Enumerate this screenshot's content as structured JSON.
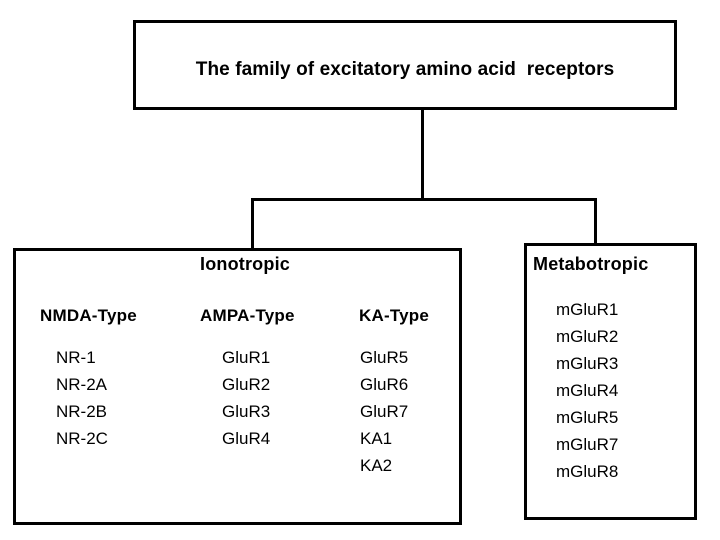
{
  "diagram": {
    "title": "The family of excitatory amino acid  receptors",
    "branches": {
      "ionotropic": {
        "heading": "Ionotropic",
        "columns": [
          {
            "header": "NMDA-Type",
            "items": [
              "NR-1",
              "NR-2A",
              "NR-2B",
              "NR-2C"
            ]
          },
          {
            "header": "AMPA-Type",
            "items": [
              "GluR1",
              "GluR2",
              "GluR3",
              "GluR4"
            ]
          },
          {
            "header": "KA-Type",
            "items": [
              "GluR5",
              "GluR6",
              "GluR7",
              "KA1",
              "KA2"
            ]
          }
        ]
      },
      "metabotropic": {
        "heading": "Metabotropic",
        "items": [
          "mGluR1",
          "mGluR2",
          "mGluR3",
          "mGluR4",
          "mGluR5",
          "mGluR7",
          "mGluR8"
        ]
      }
    },
    "colors": {
      "line": "#000000",
      "text": "#000000",
      "background": "#ffffff"
    }
  }
}
